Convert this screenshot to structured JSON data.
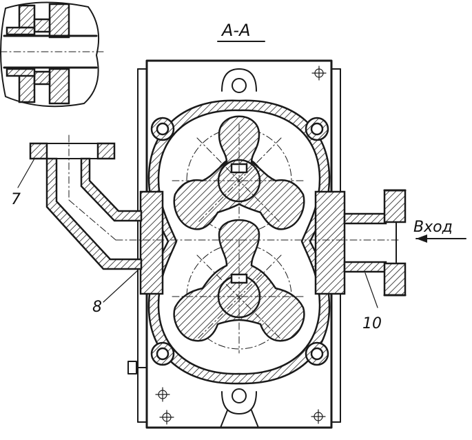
{
  "figure": {
    "section_label": "A-A",
    "callouts": {
      "part_7": "7",
      "part_8": "8",
      "part_10": "10"
    },
    "inlet_label": "Вход"
  }
}
